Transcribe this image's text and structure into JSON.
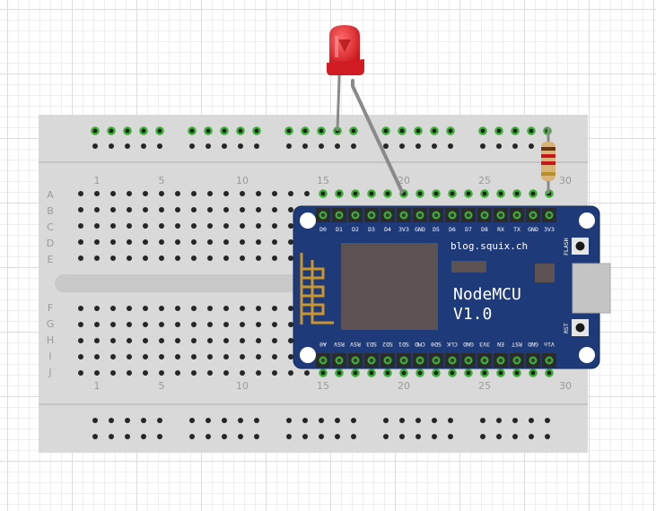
{
  "breadboard": {
    "row_labels_top": [
      "A",
      "B",
      "C",
      "D",
      "E"
    ],
    "row_labels_bottom": [
      "F",
      "G",
      "H",
      "I",
      "J"
    ],
    "column_numbers": [
      "1",
      "5",
      "10",
      "15",
      "20",
      "25",
      "30"
    ]
  },
  "board": {
    "url": "blog.squix.ch",
    "name": "NodeMCU",
    "version": "V1.0",
    "flash_label": "FLASH",
    "rst_label": "RST",
    "top_pins": [
      "D0",
      "D1",
      "D2",
      "D3",
      "D4",
      "3V3",
      "GND",
      "D5",
      "D6",
      "D7",
      "D8",
      "RX",
      "TX",
      "GND",
      "3V3"
    ],
    "bottom_pins": [
      "A0",
      "RSV",
      "RSV",
      "SD3",
      "SD2",
      "SD1",
      "CMD",
      "SD0",
      "CLK",
      "GND",
      "3V3",
      "EN",
      "RST",
      "GND",
      "Vin"
    ]
  },
  "colors": {
    "board_pcb": "#1e3a78",
    "led": "#e8262a",
    "wire": "#8a8a8a",
    "connected_hole": "#3cb035"
  },
  "icons": [
    "led-icon",
    "resistor-icon",
    "wifi-antenna-icon",
    "usb-port-icon"
  ]
}
